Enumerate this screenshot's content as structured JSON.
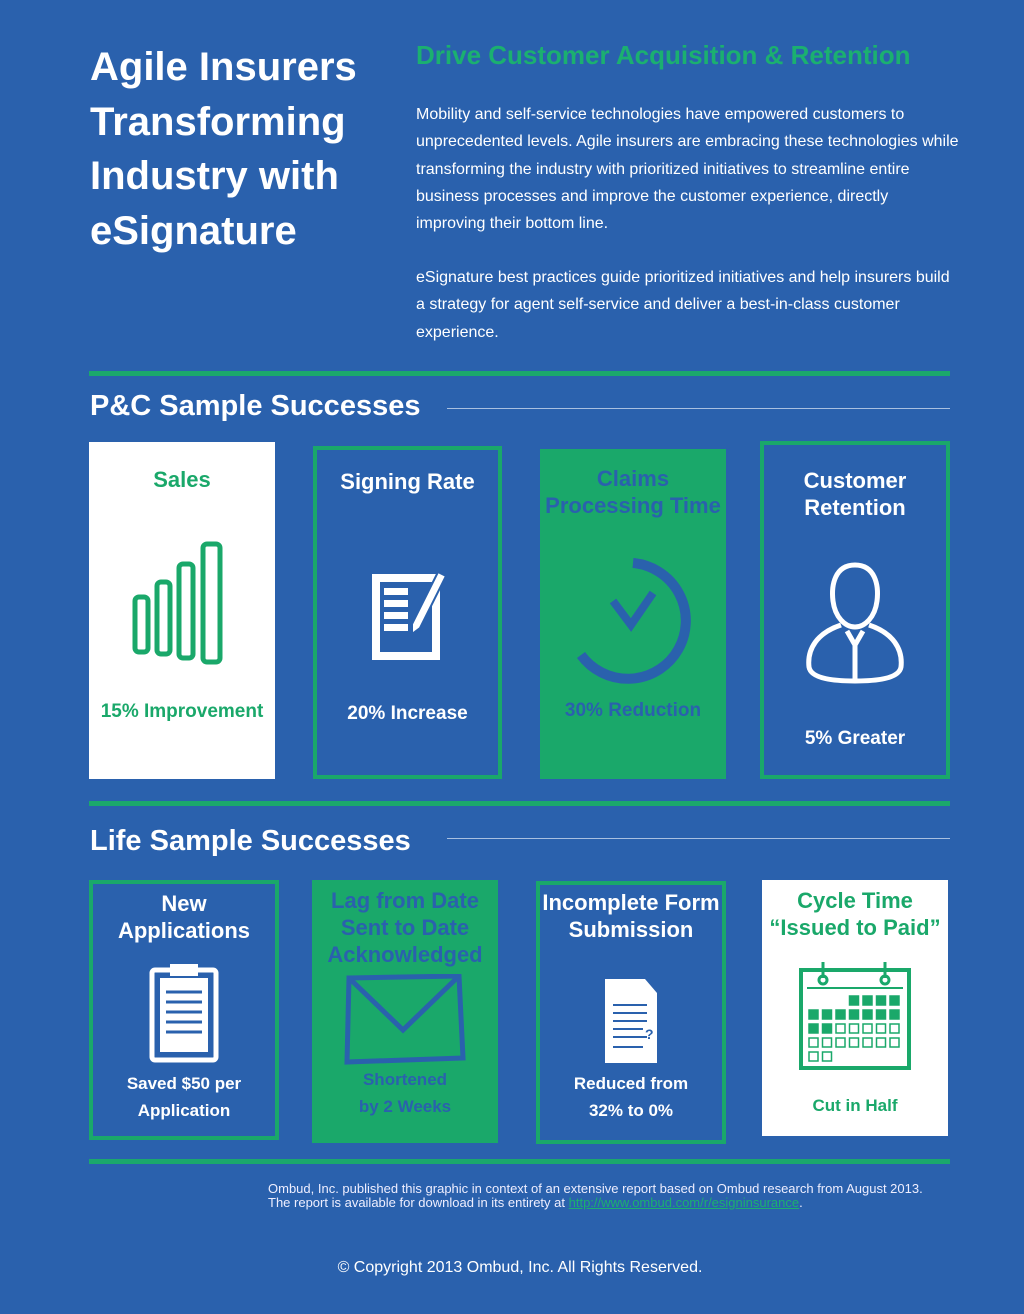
{
  "header": {
    "title": "Agile Insurers Transforming Industry with eSignature",
    "subhead": "Drive Customer Acquisition & Retention",
    "paragraphs": [
      "Mobility and self-service technologies have empowered customers to unprecedented levels. Agile insurers are embracing these technologies while transforming the industry with prioritized initiatives to streamline entire business processes and improve the customer experience, directly improving their bottom line.",
      "eSignature best practices guide prioritized initiatives and help insurers build a strategy for agent self-service and deliver a best-in-class customer experience."
    ]
  },
  "pc": {
    "title": "P&C Sample Successes",
    "cards": [
      {
        "title": "Sales",
        "value": "15% Improvement",
        "icon": "bar-chart-icon"
      },
      {
        "title": "Signing Rate",
        "value": "20% Increase",
        "icon": "document-pen-icon"
      },
      {
        "title": "Claims Processing Time",
        "value": "30% Reduction",
        "icon": "clock-icon"
      },
      {
        "title": "Customer Retention",
        "value": "5% Greater",
        "icon": "person-icon"
      }
    ]
  },
  "life": {
    "title": "Life Sample Successes",
    "cards": [
      {
        "title": "New Applications",
        "value": "Saved $50 per Application",
        "icon": "clipboard-icon"
      },
      {
        "title": "Lag from Date Sent to Date Acknowledged",
        "value": "Shortened by 2 Weeks",
        "icon": "envelope-icon"
      },
      {
        "title": "Incomplete Form Submission",
        "value": "Reduced from 32% to 0%",
        "icon": "document-question-icon"
      },
      {
        "title": "Cycle Time “Issued to Paid”",
        "value": "Cut in Half",
        "icon": "calendar-icon"
      }
    ]
  },
  "footer": {
    "note": "Ombud, Inc. published this graphic in context of an extensive report based on Ombud research from August 2013. The report is available for download in its entirety at",
    "link": "http://www.ombud.com/r/esigninsurance",
    "copyright": "© Copyright 2013 Ombud, Inc. All Rights Reserved."
  },
  "colors": {
    "background": "#2a61ad",
    "accent": "#1aa86a"
  }
}
